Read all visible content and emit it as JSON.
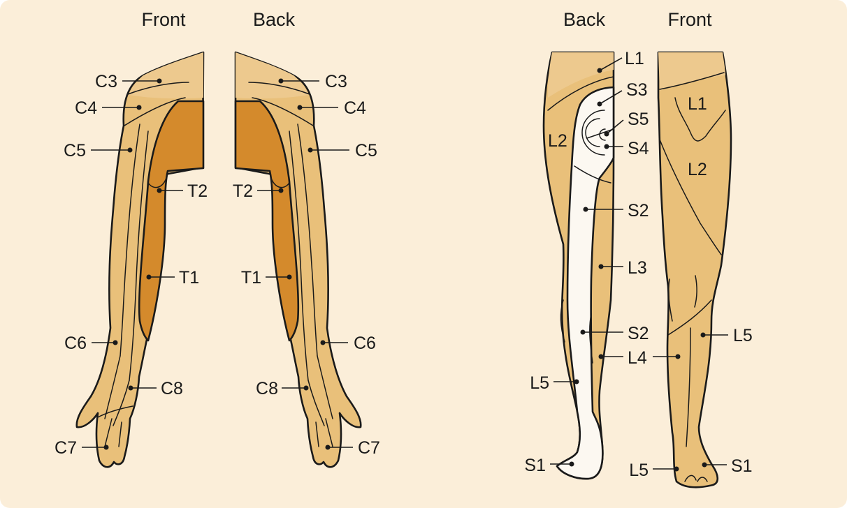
{
  "colors": {
    "background": "#fbeed9",
    "skin": "#e9c07a",
    "shoulder": "#edc98e",
    "thoracic": "#d48a2c",
    "sacral_light": "#fcf8f1",
    "outline": "#1a1a1a"
  },
  "arm": {
    "front_title": "Front",
    "back_title": "Back",
    "front_labels": {
      "c3": "C3",
      "c4": "C4",
      "c5": "C5",
      "t2": "T2",
      "t1": "T1",
      "c6": "C6",
      "c8": "C8",
      "c7": "C7"
    },
    "back_labels": {
      "c3": "C3",
      "c4": "C4",
      "c5": "C5",
      "t2": "T2",
      "t1": "T1",
      "c6": "C6",
      "c8": "C8",
      "c7": "C7"
    }
  },
  "leg": {
    "back_title": "Back",
    "front_title": "Front",
    "back_labels": {
      "l1": "L1",
      "s3": "S3",
      "s5": "S5",
      "s4": "S4",
      "l2": "L2",
      "s2_upper": "S2",
      "l3": "L3",
      "s2_lower": "S2",
      "l4": "L4",
      "l5": "L5",
      "s1": "S1"
    },
    "front_labels": {
      "l1": "L1",
      "l2": "L2",
      "l5_side": "L5",
      "l5_foot": "L5",
      "s1": "S1"
    }
  }
}
